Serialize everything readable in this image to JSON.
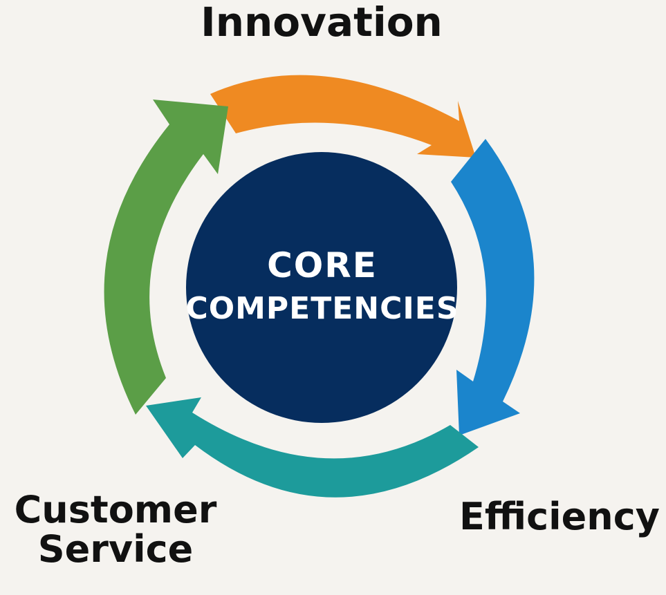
{
  "diagram": {
    "center": {
      "line1": "CORE",
      "line2": "COMPETENCIES",
      "color": "#062d5e"
    },
    "labels": {
      "innovation": "Innovation",
      "customer_line1": "Customer",
      "customer_line2": "Service",
      "efficiency": "Efficiency"
    },
    "colors": {
      "innovation_arrow": "#ef8a22",
      "efficiency_arrow": "#1b85cc",
      "customer_arrow": "#1d9b9b",
      "growth_arrow": "#5b9e47",
      "background": "#f5f3ef",
      "text": "#111111"
    }
  }
}
